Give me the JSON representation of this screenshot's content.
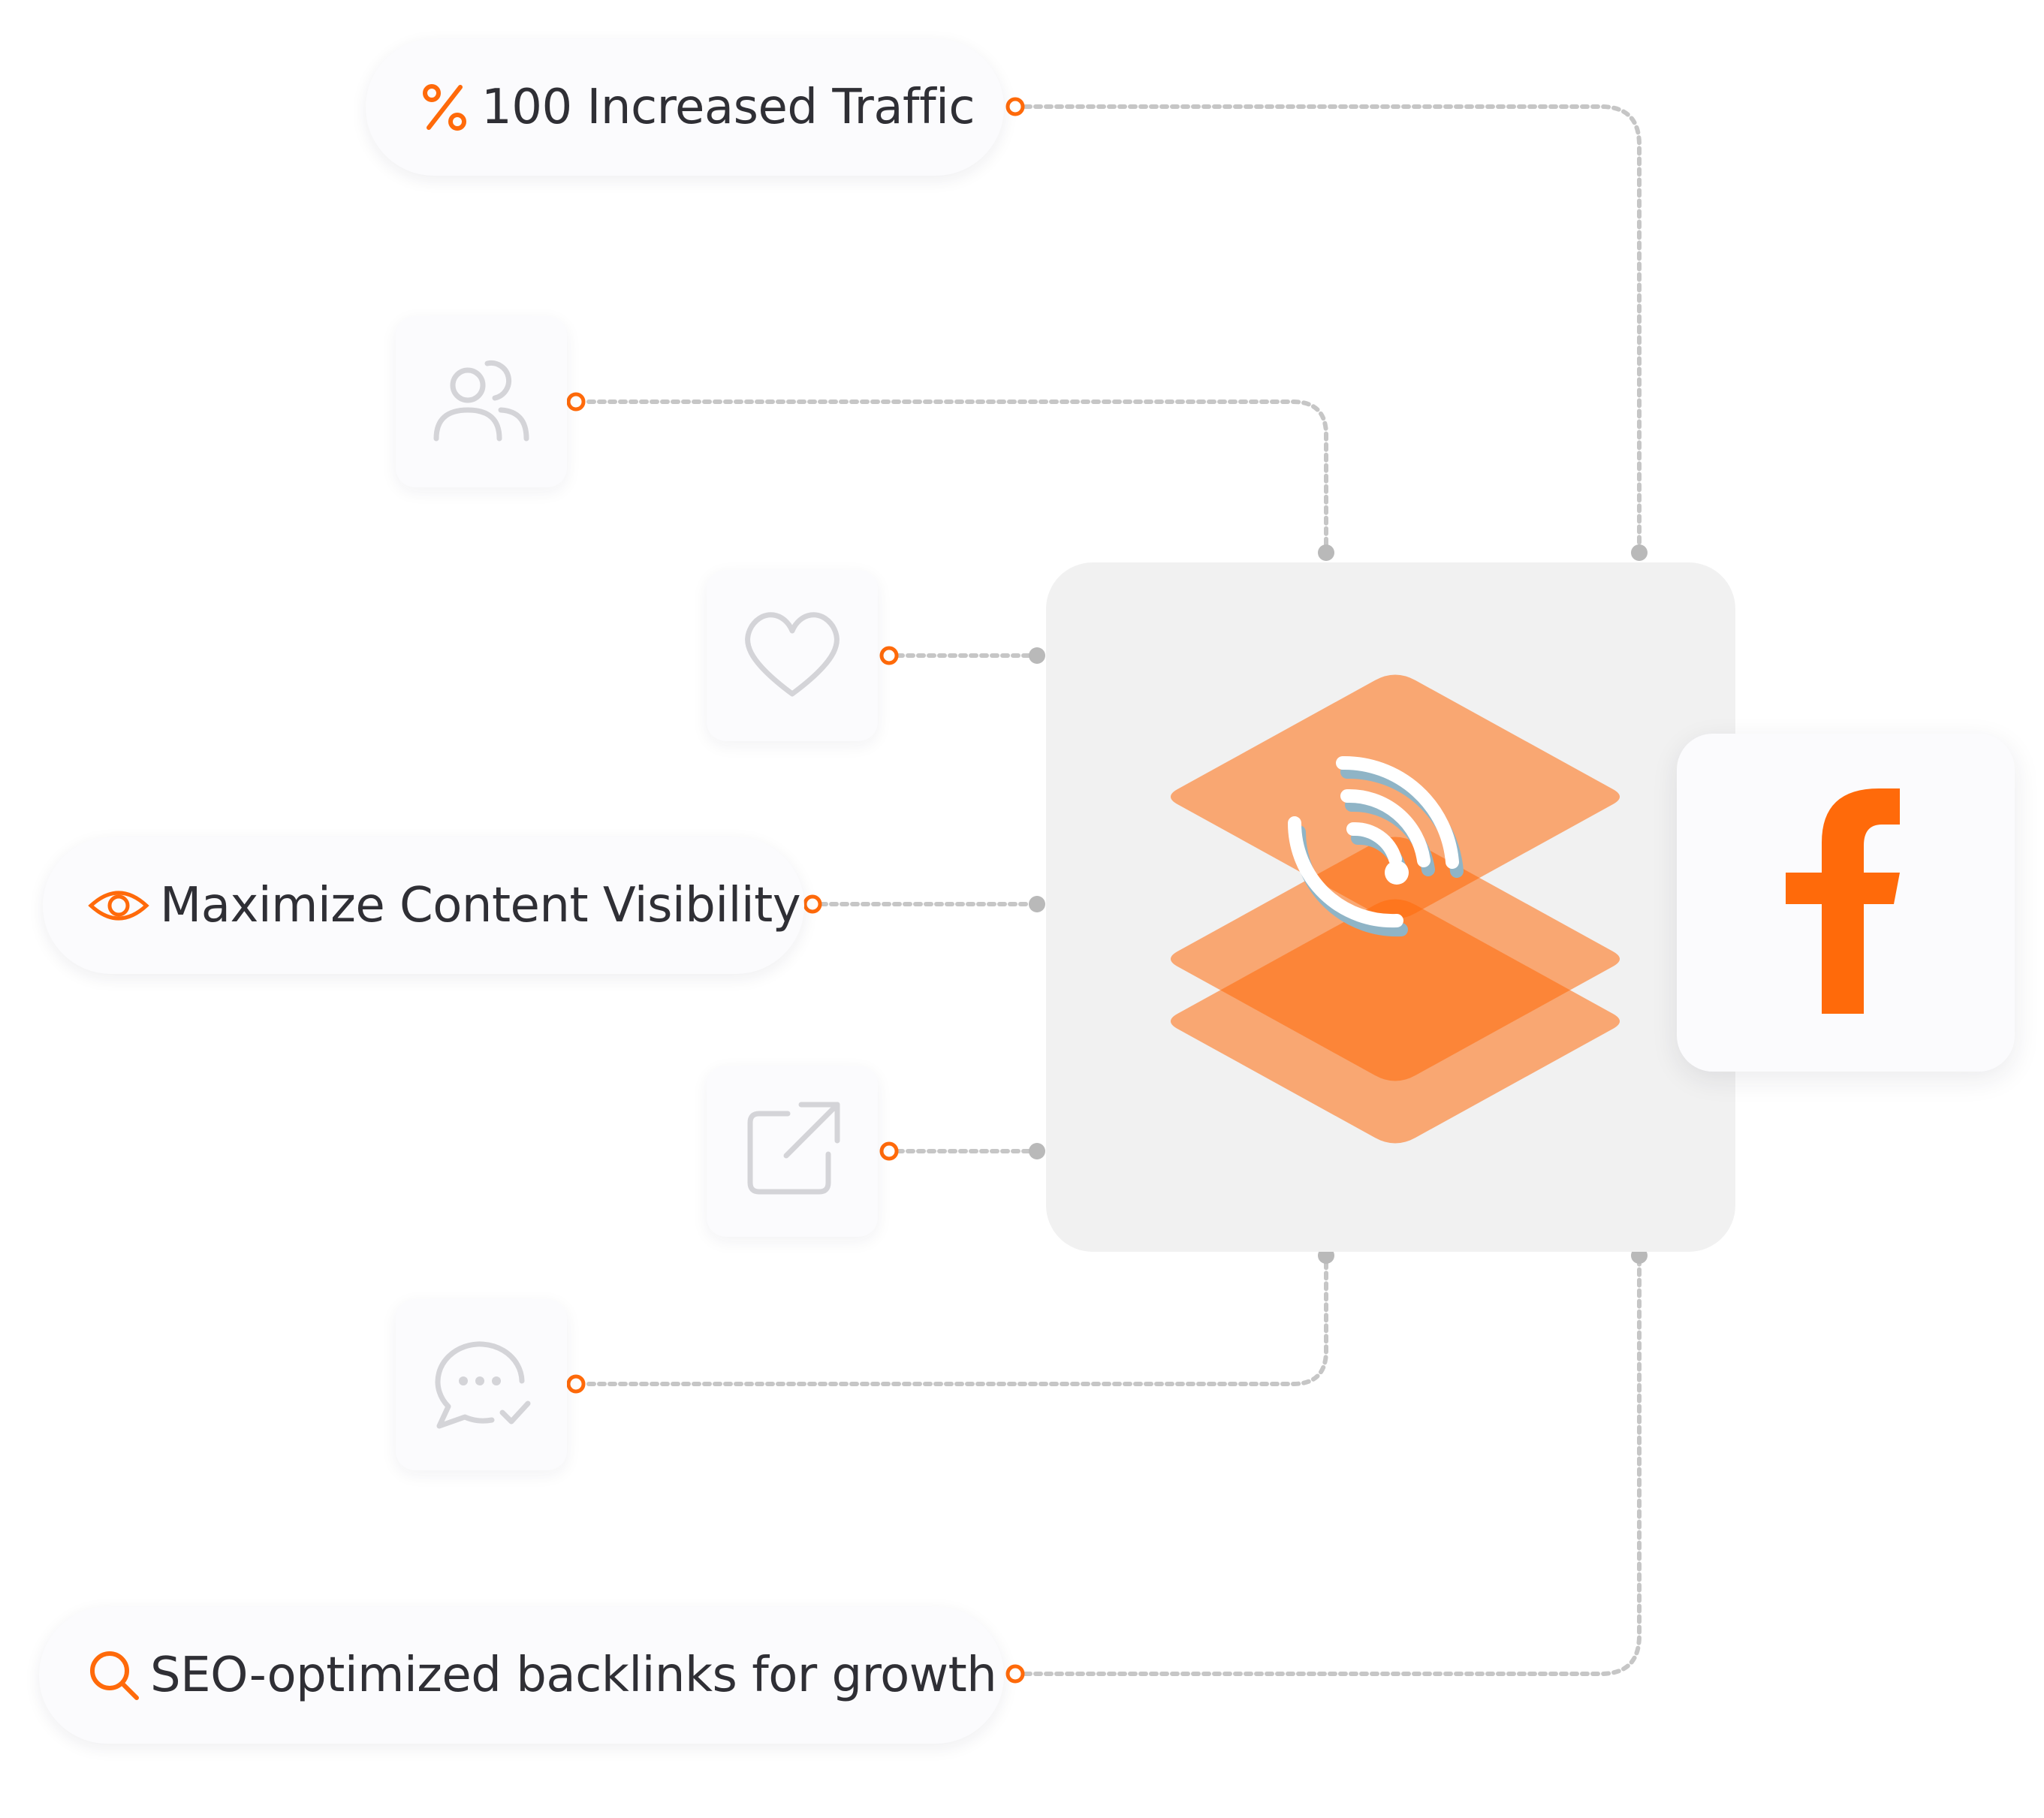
{
  "colors": {
    "accent": "#ff6a0a",
    "line": "#c6c6c6",
    "hub_background": "#f1f1f1",
    "card_background": "#fbfbfd",
    "text": "#2f2f35",
    "icon_muted": "#d4d4d8",
    "signal_blue": "#8fb4c6"
  },
  "pills": [
    {
      "icon": "percent-icon",
      "label": "100 Increased Traffic"
    },
    {
      "icon": "eye-icon",
      "label": "Maximize Content Visibility"
    },
    {
      "icon": "search-icon",
      "label": "SEO-optimized backlinks for growth"
    }
  ],
  "tiles": [
    {
      "icon": "users-icon"
    },
    {
      "icon": "heart-icon"
    },
    {
      "icon": "external-link-icon"
    },
    {
      "icon": "chat-check-icon"
    }
  ],
  "hub": {
    "icon": "stacked-layers-broadcast-icon"
  },
  "brand": {
    "icon": "facebook-f-icon"
  }
}
